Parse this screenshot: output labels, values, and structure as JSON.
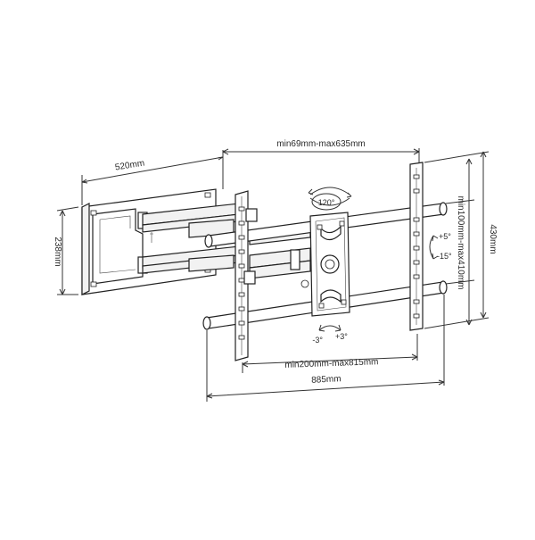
{
  "dimensions": {
    "depth": "520mm",
    "height": "238mm",
    "arm_extension": "min69mm-max635mm",
    "vertical_spacing": "min100mm-max410mm",
    "plate_height": "430mm",
    "horizontal_spacing": "min200mm-max815mm",
    "total_width": "885mm"
  },
  "angles": {
    "rotation": "120°",
    "tilt_up": "+5°",
    "tilt_down": "-15°",
    "level_left": "-3°",
    "level_right": "+3°"
  }
}
